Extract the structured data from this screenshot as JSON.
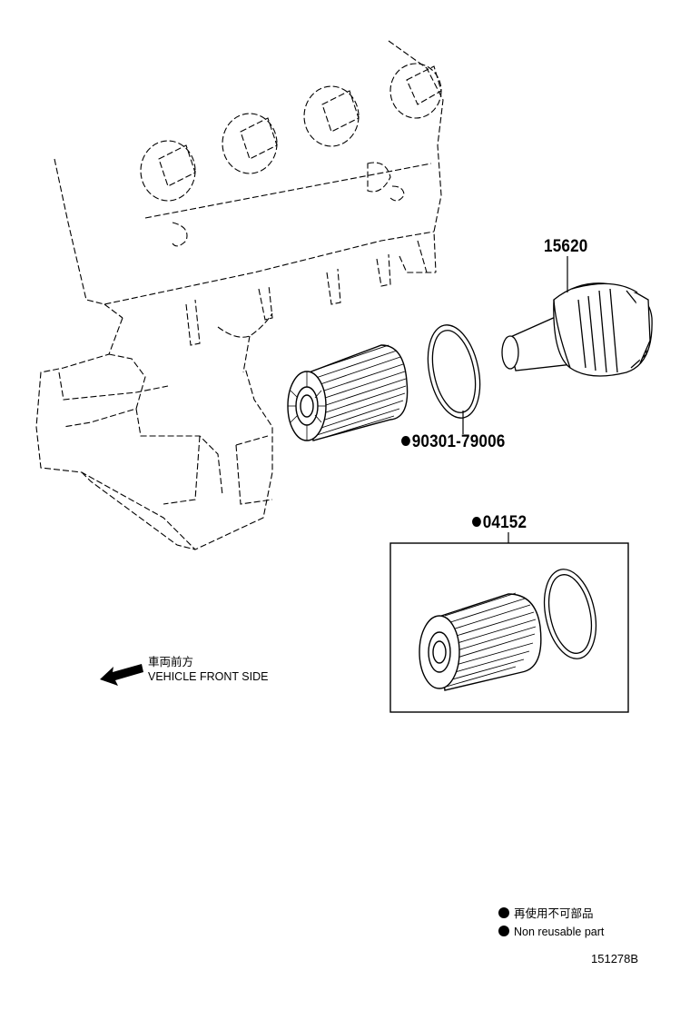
{
  "parts": {
    "housing_cap": "15620",
    "o_ring": "90301-79006",
    "filter_kit": "04152"
  },
  "direction": {
    "label_jp": "車両前方",
    "label_en": "VEHICLE FRONT SIDE"
  },
  "legend": {
    "jp": "再使用不可部品",
    "en": "Non  reusable part"
  },
  "diagram_code": "151278B"
}
